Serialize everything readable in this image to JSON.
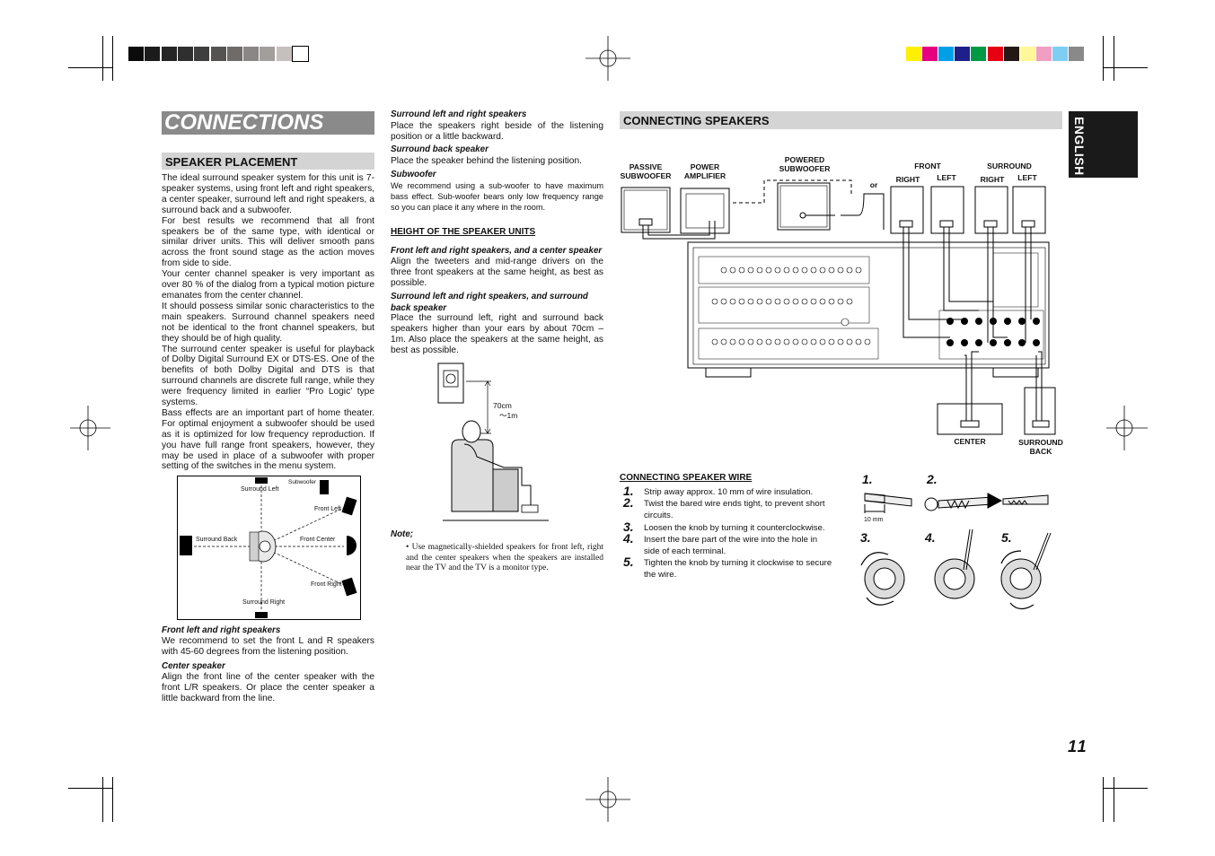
{
  "page": {
    "title": "CONNECTIONS",
    "language_tab": "ENGLISH",
    "page_number": "11"
  },
  "colors": {
    "gray_swatches": [
      "#0b0b0b",
      "#1b1b1b",
      "#252525",
      "#2f2f2f",
      "#3e3e3e",
      "#555352",
      "#6e6b69",
      "#8a8685",
      "#a29e9c",
      "#c5bfbd",
      "#ffffff"
    ],
    "color_swatches": [
      "#ffef00",
      "#e4007f",
      "#00a0e9",
      "#1d2088",
      "#009944",
      "#e60012",
      "#231815",
      "#fff799",
      "#f19ec2",
      "#7ecef4",
      "#898989"
    ],
    "title_bar": "#8a8a8a",
    "section_bar": "#d4d4d4"
  },
  "left": {
    "heading": "SPEAKER PLACEMENT",
    "paragraphs": [
      "The ideal surround speaker system for this unit is 7-speaker systems, using front left and right speakers, a center speaker, surround left and right speakers, a surround back and a subwoofer.",
      "For best results we recommend that all front speakers be of the same type, with identical or similar driver units. This will deliver smooth pans across the front sound stage as the action moves from side to side.",
      "Your center channel speaker is very important as over 80 % of the dialog from a typical motion picture emanates from the center channel.",
      "It should possess similar sonic characteristics to the main speakers. Surround channel speakers need not be identical to the front channel speakers, but they should be of high quality.",
      "The surround center speaker is useful for playback of Dolby Digital Surround EX or DTS-ES. One of the benefits of both Dolby Digital and DTS is that surround channels are discrete full range, while they were frequency limited in earlier “Pro Logic’ type systems.",
      "Bass effects are an important part of home theater. For optimal enjoyment a subwoofer should be used as it is optimized for low frequency reproduction. If you have full range front speakers, however, they may be used in place of a subwoofer with proper setting of the switches in the menu system."
    ],
    "diagram_labels": {
      "surround_left": "Surround Left",
      "subwoofer": "Subwoofer",
      "front_left": "Front Left",
      "surround_back": "Surround Back",
      "front_center": "Front Center",
      "front_right": "Front Right",
      "surround_right": "Surround Right"
    },
    "front_lr_title": "Front left and right speakers",
    "front_lr_text": "We recommend to set the front L and R speakers with 45-60 degrees from the listening position.",
    "center_title": "Center speaker",
    "center_text": "Align the front line of the center speaker with the front L/R speakers. Or place the center speaker a little backward from the line."
  },
  "middle": {
    "surround_lr_title": "Surround left and right speakers",
    "surround_lr_text": "Place the speakers right beside of the listening position or a little backward.",
    "surround_back_title": "Surround back speaker",
    "surround_back_text": "Place the speaker behind the listening position.",
    "subwoofer_title": "Subwoofer",
    "subwoofer_text": "We recommend using a sub-woofer to have maximum bass effect. Sub-woofer bears only low frequency range so you can place it any where in the room.",
    "height_heading": "HEIGHT OF THE SPEAKER UNITS",
    "height_front_title": "Front left and right speakers, and a center speaker",
    "height_front_text": "Align the tweeters and mid-range drivers on the three front speakers at the same height, as best as possible.",
    "height_surround_title": "Surround left and right speakers, and surround back speaker",
    "height_surround_text": "Place the surround left, right and surround back speakers higher than your ears by about 70cm – 1m. Also place the speakers at the same height, as best as possible.",
    "height_label_top": "70cm",
    "height_label_bottom": "～1m",
    "note_title": "Note;",
    "note_text": "• Use magnetically-shielded speakers for front left, right and the center speakers when the speakers are installed near the TV and the TV is a monitor type."
  },
  "right": {
    "heading": "CONNECTING SPEAKERS",
    "labels": {
      "passive_subwoofer": "PASSIVE\nSUBWOOFER",
      "power_amplifier": "POWER\nAMPLIFIER",
      "powered_subwoofer": "POWERED\nSUBWOOFER",
      "front": "FRONT",
      "surround": "SURROUND",
      "right": "RIGHT",
      "left": "LEFT",
      "or": "or",
      "center": "CENTER",
      "surround_back": "SURROUND\nBACK"
    },
    "wire_heading": "CONNECTING SPEAKER WIRE",
    "steps": [
      {
        "num": "1.",
        "text": "Strip away approx. 10 mm of wire insulation."
      },
      {
        "num": "2.",
        "text": "Twist the bared wire ends tight, to prevent short circuits."
      },
      {
        "num": "3.",
        "text": "Loosen the knob by turning it counterclockwise."
      },
      {
        "num": "4.",
        "text": "Insert the bare part of the wire into the hole in side of each terminal."
      },
      {
        "num": "5.",
        "text": "Tighten the knob by turning it clockwise to secure the wire."
      }
    ],
    "figure_steps": [
      "1.",
      "2.",
      "3.",
      "4.",
      "5."
    ],
    "mm_label": "10 mm"
  }
}
